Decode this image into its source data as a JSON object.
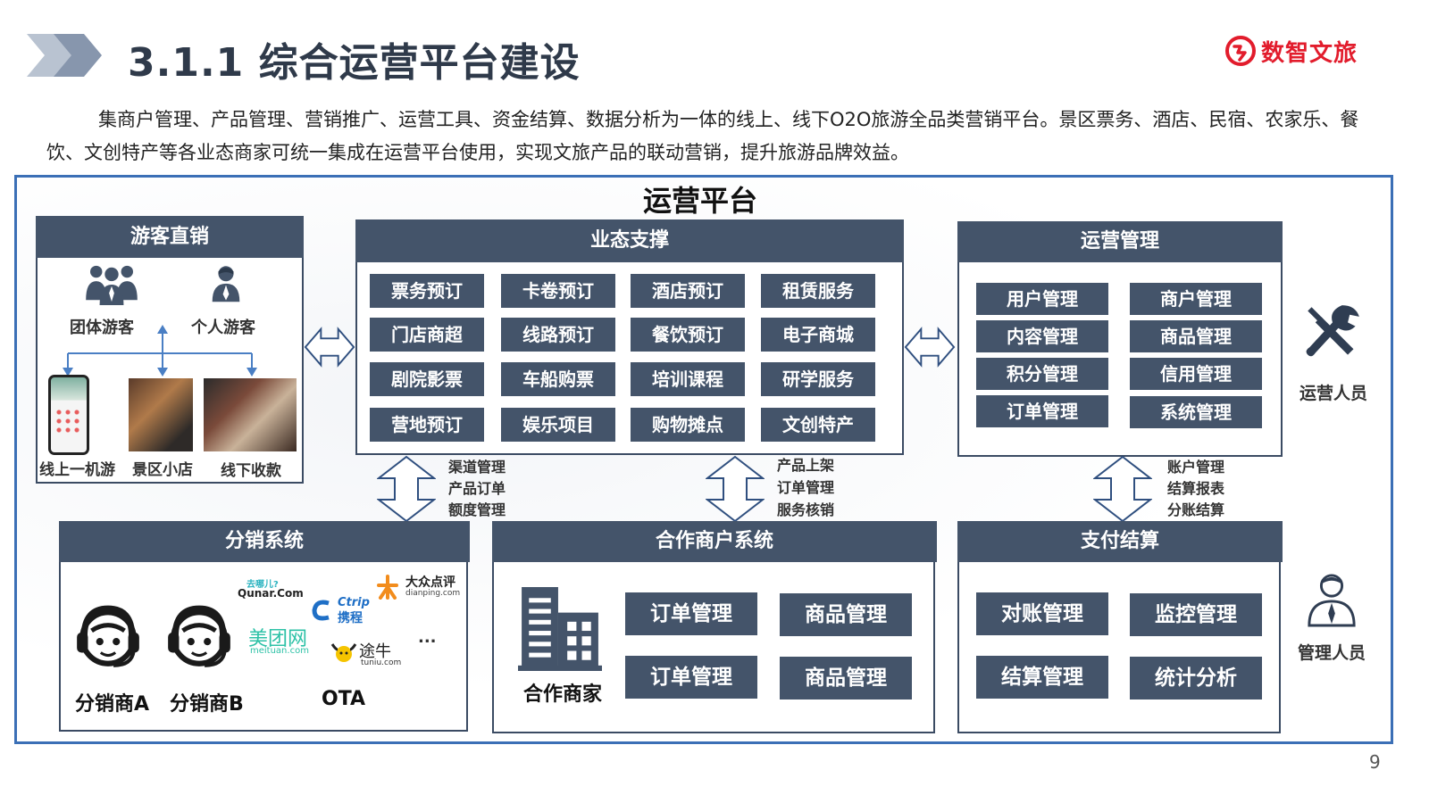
{
  "header": {
    "title": "3.1.1 综合运营平台建设",
    "logo_text": "数智文旅",
    "brand_color": "#e21c2c"
  },
  "intro": "集商户管理、产品管理、营销推广、运营工具、资金结算、数据分析为一体的线上、线下O2O旅游全品类营销平台。景区票务、酒店、民宿、农家乐、餐饮、文创特产等各业态商家可统一集成在运营平台使用，实现文旅产品的联动营销，提升旅游品牌效益。",
  "platform_title": "运营平台",
  "tourist": {
    "title": "游客直销",
    "group_label": "团体游客",
    "individual_label": "个人游客",
    "online_label": "线上一机游",
    "shop_label": "景区小店",
    "offline_label": "线下收款"
  },
  "business": {
    "title": "业态支撑",
    "items": [
      "票务预订",
      "卡卷预订",
      "酒店预订",
      "租赁服务",
      "门店商超",
      "线路预订",
      "餐饮预订",
      "电子商城",
      "剧院影票",
      "车船购票",
      "培训课程",
      "研学服务",
      "营地预订",
      "娱乐项目",
      "购物摊点",
      "文创特产"
    ]
  },
  "ops": {
    "title": "运营管理",
    "items": [
      "用户管理",
      "商户管理",
      "内容管理",
      "商品管理",
      "积分管理",
      "信用管理",
      "订单管理",
      "系统管理"
    ]
  },
  "links": {
    "left": [
      "渠道管理",
      "产品订单",
      "额度管理"
    ],
    "middle": [
      "产品上架",
      "订单管理",
      "服务核销"
    ],
    "right": [
      "账户管理",
      "结算报表",
      "分账结算"
    ]
  },
  "distribution": {
    "title": "分销系统",
    "agent_a": "分销商A",
    "agent_b": "分销商B",
    "ota": "OTA",
    "ellipsis": "...",
    "logos": {
      "qunar": "Qunar.Com",
      "qunar_cn": "去哪儿?",
      "dianping": "大众点评",
      "dianping_en": "dianping.com",
      "ctrip": "Ctrip",
      "ctrip_cn": "携程",
      "meituan": "美团网",
      "meituan_en": "meituan.com",
      "tuniu": "途牛",
      "tuniu_en": "tuniu.com"
    }
  },
  "partner": {
    "title": "合作商户系统",
    "merchant_label": "合作商家",
    "items": [
      "订单管理",
      "商品管理",
      "订单管理",
      "商品管理"
    ]
  },
  "payment": {
    "title": "支付结算",
    "items": [
      "对账管理",
      "监控管理",
      "结算管理",
      "统计分析"
    ]
  },
  "roles": {
    "operator": "运营人员",
    "manager": "管理人员"
  },
  "page_number": "9",
  "colors": {
    "tile": "#44546a",
    "frame": "#3b6fb6",
    "arrow": "#2f4f7f"
  }
}
